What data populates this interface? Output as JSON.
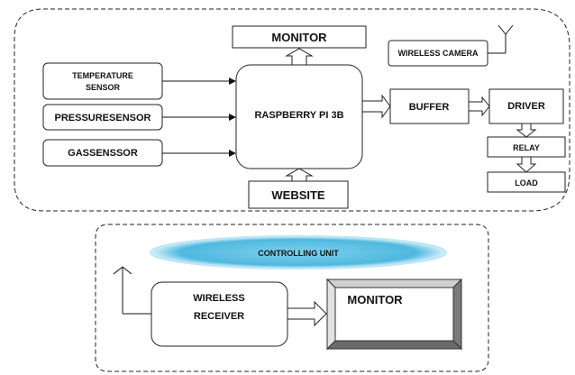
{
  "diagram": {
    "top_block": {
      "nodes": {
        "monitor": "MONITOR",
        "wireless_camera": "WIRELESS CAMERA",
        "temperature_sensor_line1": "TEMPERATURE",
        "temperature_sensor_line2": "SENSOR",
        "pressure_sensor": "PRESSURESENSOR",
        "gas_sensor": "GASSENSSOR",
        "raspberry_pi": "RASPBERRY PI 3B",
        "buffer": "BUFFER",
        "driver": "DRIVER",
        "relay": "RELAY",
        "load": "LOAD",
        "website": "WEBSITE"
      }
    },
    "bottom_block": {
      "title": "CONTROLLING UNIT",
      "wireless_receiver_line1": "WIRELESS",
      "wireless_receiver_line2": "RECEIVER",
      "monitor": "MONITOR"
    },
    "colors": {
      "ellipse_fill": "#4fb8df",
      "ellipse_edge": "#d9f2fb",
      "stroke": "#222222"
    }
  }
}
